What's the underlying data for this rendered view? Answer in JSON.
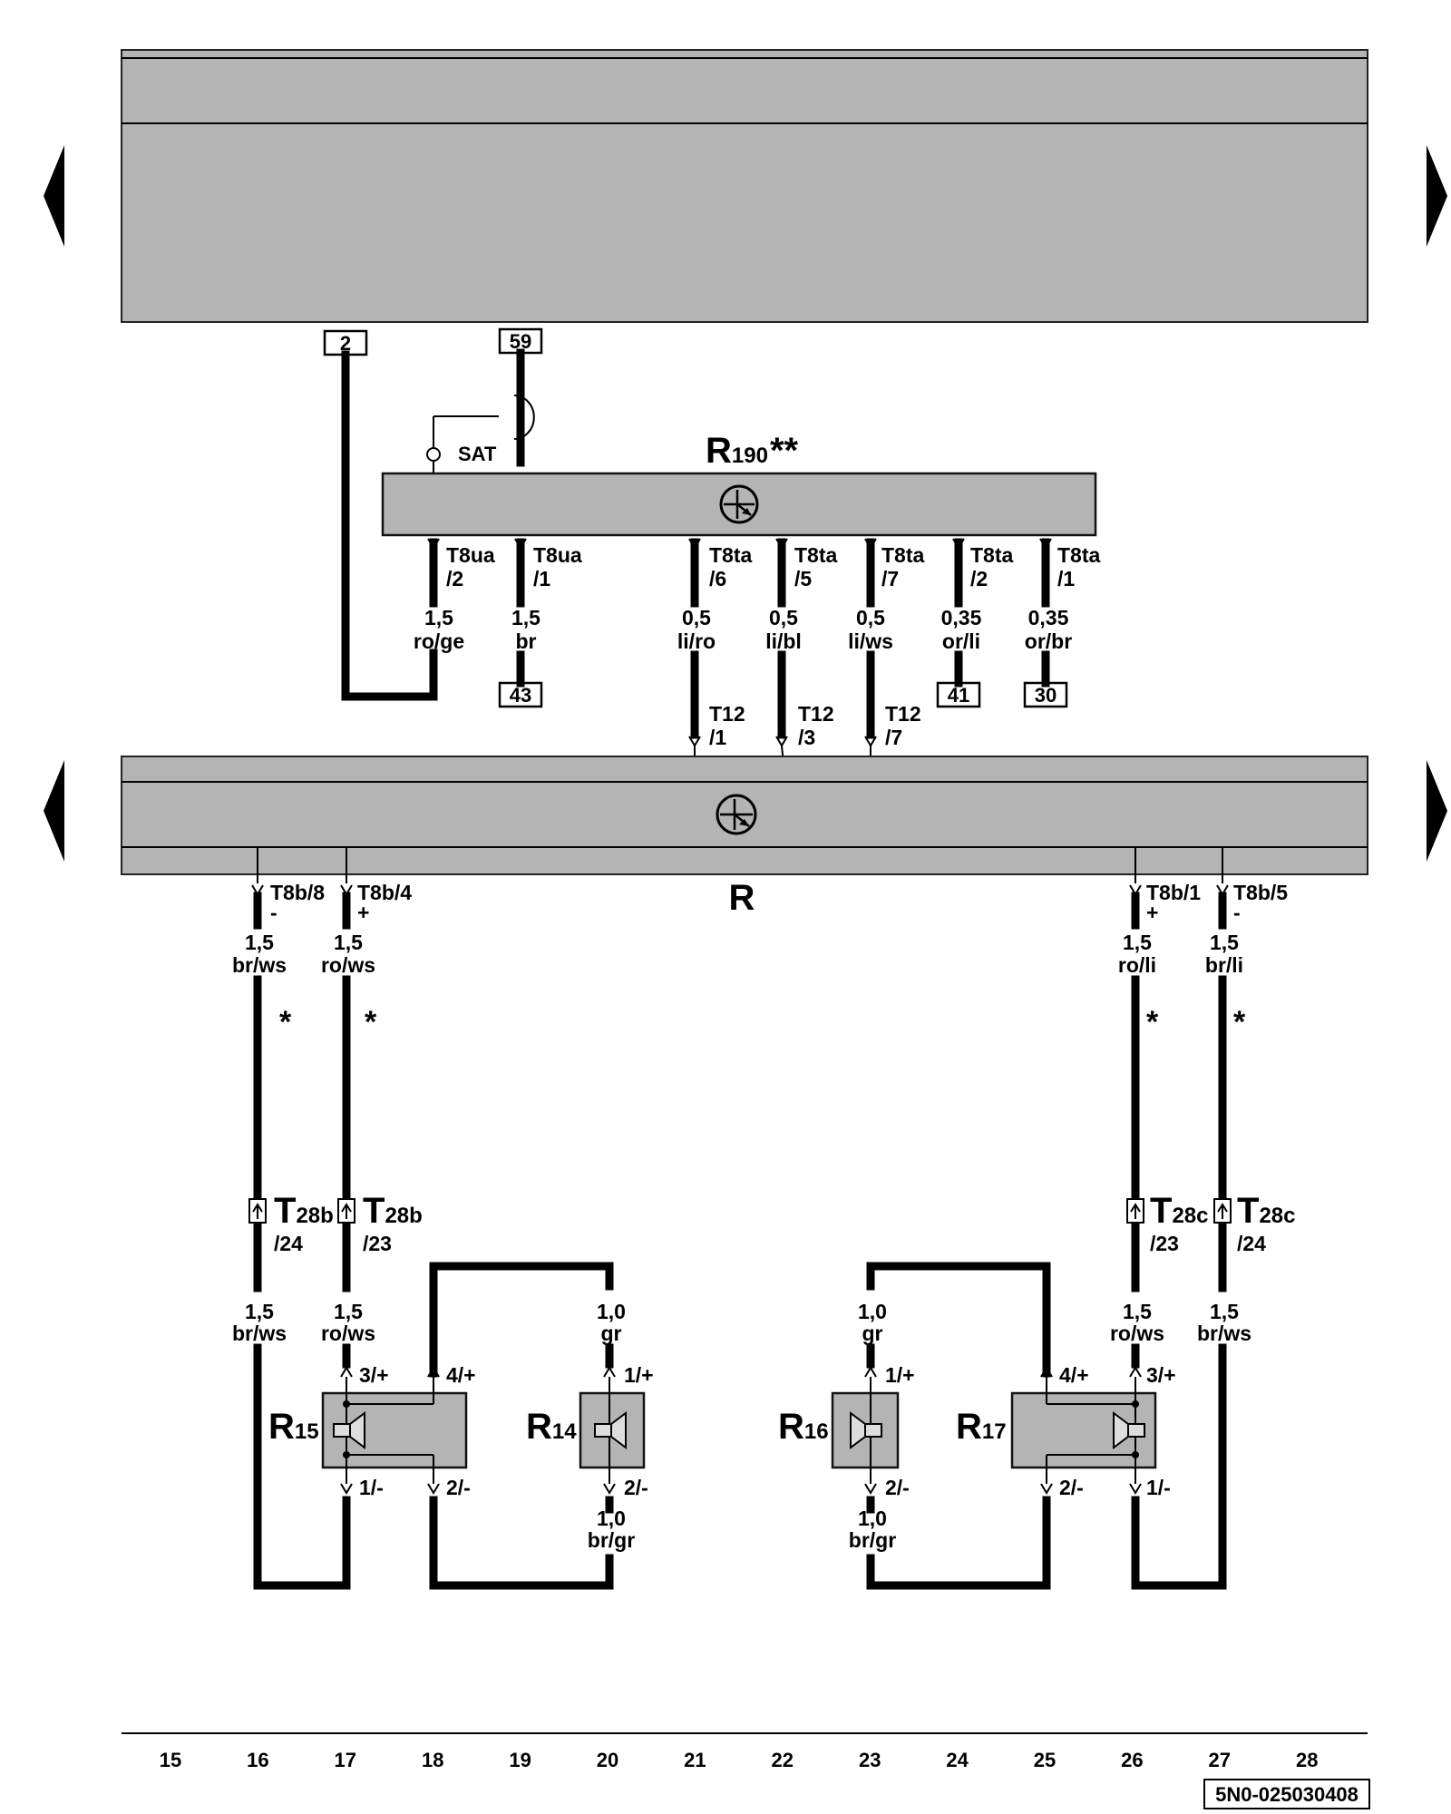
{
  "components": {
    "radio": {
      "label": "R",
      "sub": "",
      "suffix": ""
    },
    "sat_tuner": {
      "label": "R",
      "sub": "190",
      "suffix": "**",
      "antenna_label": "SAT"
    },
    "speakers": [
      {
        "label": "R",
        "sub": "15"
      },
      {
        "label": "R",
        "sub": "14"
      },
      {
        "label": "R",
        "sub": "16"
      },
      {
        "label": "R",
        "sub": "17"
      }
    ]
  },
  "ref_boxes": [
    "2",
    "59",
    "43",
    "41",
    "30"
  ],
  "sat_pins": [
    {
      "conn": "T8ua",
      "pin": "/2",
      "size": "1,5",
      "color": "ro/ge"
    },
    {
      "conn": "T8ua",
      "pin": "/1",
      "size": "1,5",
      "color": "br"
    },
    {
      "conn": "T8ta",
      "pin": "/6",
      "size": "0,5",
      "color": "li/ro"
    },
    {
      "conn": "T8ta",
      "pin": "/5",
      "size": "0,5",
      "color": "li/bl"
    },
    {
      "conn": "T8ta",
      "pin": "/7",
      "size": "0,5",
      "color": "li/ws"
    },
    {
      "conn": "T8ta",
      "pin": "/2",
      "size": "0,35",
      "color": "or/li"
    },
    {
      "conn": "T8ta",
      "pin": "/1",
      "size": "0,35",
      "color": "or/br"
    }
  ],
  "t12_pins": [
    {
      "conn": "T12",
      "pin": "/1"
    },
    {
      "conn": "T12",
      "pin": "/3"
    },
    {
      "conn": "T12",
      "pin": "/7"
    }
  ],
  "radio_pins": [
    {
      "conn": "T8b/8",
      "sign": "-",
      "size": "1,5",
      "color": "br/ws",
      "star": "*"
    },
    {
      "conn": "T8b/4",
      "sign": "+",
      "size": "1,5",
      "color": "ro/ws",
      "star": "*"
    },
    {
      "conn": "T8b/1",
      "sign": "+",
      "size": "1,5",
      "color": "ro/li",
      "star": "*"
    },
    {
      "conn": "T8b/5",
      "sign": "-",
      "size": "1,5",
      "color": "br/li",
      "star": "*"
    }
  ],
  "t28_connectors": [
    {
      "conn": "T",
      "sub": "28b",
      "pin": "/24",
      "size": "1,5",
      "color": "br/ws"
    },
    {
      "conn": "T",
      "sub": "28b",
      "pin": "/23",
      "size": "1,5",
      "color": "ro/ws"
    },
    {
      "conn": "T",
      "sub": "28c",
      "pin": "/23",
      "size": "1,5",
      "color": "ro/ws"
    },
    {
      "conn": "T",
      "sub": "28c",
      "pin": "/24",
      "size": "1,5",
      "color": "br/ws"
    }
  ],
  "speaker_wires": [
    {
      "size": "1,0",
      "color": "gr"
    },
    {
      "size": "1,0",
      "color": "br/gr"
    },
    {
      "size": "1,0",
      "color": "gr"
    },
    {
      "size": "1,0",
      "color": "br/gr"
    }
  ],
  "speaker_pins": {
    "r15_top": "3/+",
    "r15_top2": "4/+",
    "r15_bot": "1/-",
    "r15_bot2": "2/-",
    "r14_top": "1/+",
    "r14_bot": "2/-",
    "r16_top": "1/+",
    "r16_bot": "2/-",
    "r17_top2": "4/+",
    "r17_top": "3/+",
    "r17_bot2": "2/-",
    "r17_bot": "1/-"
  },
  "columns": [
    "15",
    "16",
    "17",
    "18",
    "19",
    "20",
    "21",
    "22",
    "23",
    "24",
    "25",
    "26",
    "27",
    "28"
  ],
  "drawing_number": "5N0-025030408"
}
